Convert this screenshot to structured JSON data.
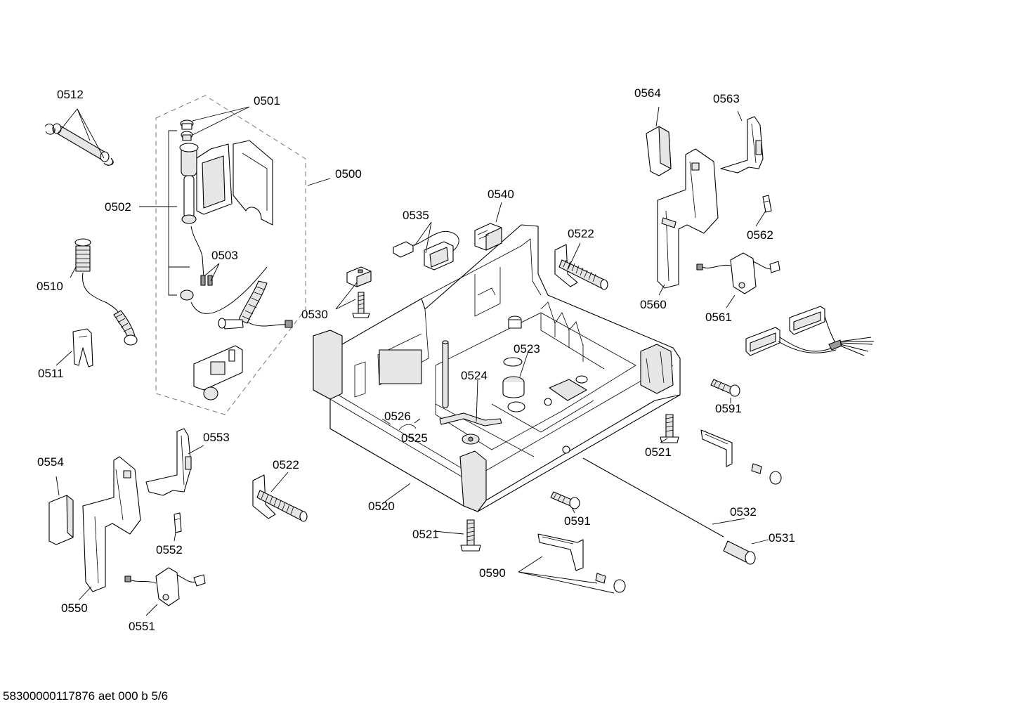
{
  "document_id": "58300000117876 aet 000 b 5/6",
  "labels": {
    "p0500": "0500",
    "p0501": "0501",
    "p0502": "0502",
    "p0503": "0503",
    "p0510": "0510",
    "p0511": "0511",
    "p0512": "0512",
    "p0520": "0520",
    "p0521a": "0521",
    "p0521b": "0521",
    "p0522a": "0522",
    "p0522b": "0522",
    "p0523": "0523",
    "p0524": "0524",
    "p0525": "0525",
    "p0526": "0526",
    "p0530": "0530",
    "p0531": "0531",
    "p0532": "0532",
    "p0535": "0535",
    "p0540": "0540",
    "p0550": "0550",
    "p0551": "0551",
    "p0552": "0552",
    "p0553": "0553",
    "p0554": "0554",
    "p0560": "0560",
    "p0561": "0561",
    "p0562": "0562",
    "p0563": "0563",
    "p0564": "0564",
    "p0590": "0590",
    "p0591a": "0591",
    "p0591b": "0591"
  }
}
